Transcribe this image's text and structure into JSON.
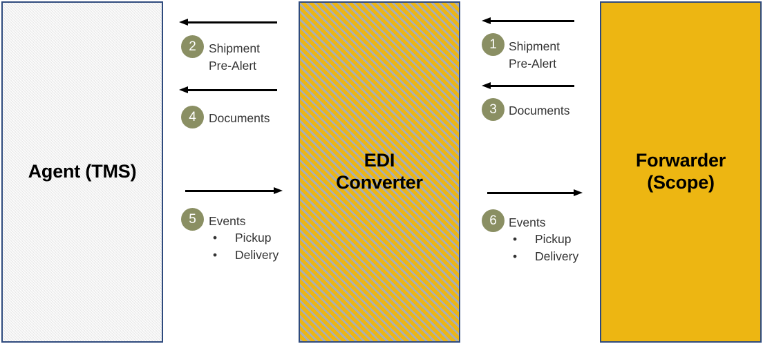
{
  "diagram": {
    "title": "EDI message flow between Agent TMS, EDI Converter and Forwarder Scope",
    "colors": {
      "box_border": "#2e4a7d",
      "agent_fill": "#e6e6e6",
      "edi_fill": "#edb612",
      "edi_hatch": "#a9aeb4",
      "forwarder_fill": "#edb612",
      "badge_fill": "#8a8f63",
      "badge_text": "#ffffff",
      "arrow": "#000000",
      "label_text": "#333333"
    },
    "nodes": [
      {
        "id": "agent",
        "label": "Agent (TMS)"
      },
      {
        "id": "edi",
        "label": "EDI\nConverter"
      },
      {
        "id": "forwarder",
        "label": "Forwarder\n(Scope)"
      }
    ],
    "flows": [
      {
        "id": "flow-1",
        "number": "1",
        "label": "Shipment\nPre-Alert",
        "direction": "left",
        "from": "forwarder",
        "to": "edi",
        "bullets": []
      },
      {
        "id": "flow-2",
        "number": "2",
        "label": "Shipment\nPre-Alert",
        "direction": "left",
        "from": "edi",
        "to": "agent",
        "bullets": []
      },
      {
        "id": "flow-3",
        "number": "3",
        "label": "Documents",
        "direction": "left",
        "from": "forwarder",
        "to": "edi",
        "bullets": []
      },
      {
        "id": "flow-4",
        "number": "4",
        "label": "Documents",
        "direction": "left",
        "from": "edi",
        "to": "agent",
        "bullets": []
      },
      {
        "id": "flow-5",
        "number": "5",
        "label": "Events",
        "direction": "right",
        "from": "agent",
        "to": "edi",
        "bullets": [
          "Pickup",
          "Delivery"
        ]
      },
      {
        "id": "flow-6",
        "number": "6",
        "label": "Events",
        "direction": "right",
        "from": "edi",
        "to": "forwarder",
        "bullets": [
          "Pickup",
          "Delivery"
        ]
      }
    ],
    "bullet_glyph": "•"
  }
}
